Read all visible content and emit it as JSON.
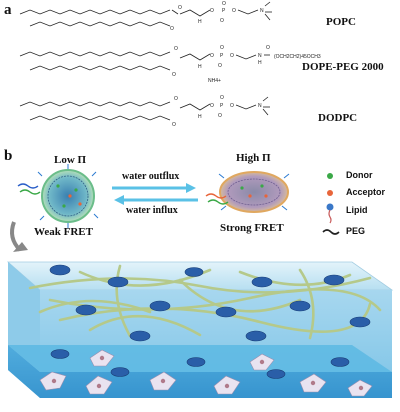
{
  "panel_a": {
    "label": "a",
    "molecules": [
      {
        "name": "POPC"
      },
      {
        "name": "DOPE-PEG 2000",
        "substituent": "(OCH2CH2)45OCH3",
        "counterion": "NH4+"
      },
      {
        "name": "DODPC"
      }
    ],
    "atoms": {
      "O": "O",
      "H": "H",
      "P": "P",
      "N": "N"
    }
  },
  "panel_b": {
    "label": "b",
    "left_state": {
      "title": "Low Π",
      "caption": "Weak FRET"
    },
    "right_state": {
      "title": "High Π",
      "caption": "Strong FRET"
    },
    "arrow_top": "water outflux",
    "arrow_bottom": "water influx",
    "legend": [
      {
        "label": "Donor",
        "color": "#3aa847"
      },
      {
        "label": "Acceptor",
        "color": "#e8653a"
      },
      {
        "label": "Lipid",
        "color": "#3a78c8"
      },
      {
        "label": "PEG",
        "color": "#222222"
      }
    ]
  },
  "colors": {
    "hydrogel_top": "#cfe8f4",
    "hydrogel_side": "#9fd0ea",
    "medium": "#5ab4e0",
    "rbc": "#2a5ea8",
    "fiber": "#b5c98a"
  }
}
